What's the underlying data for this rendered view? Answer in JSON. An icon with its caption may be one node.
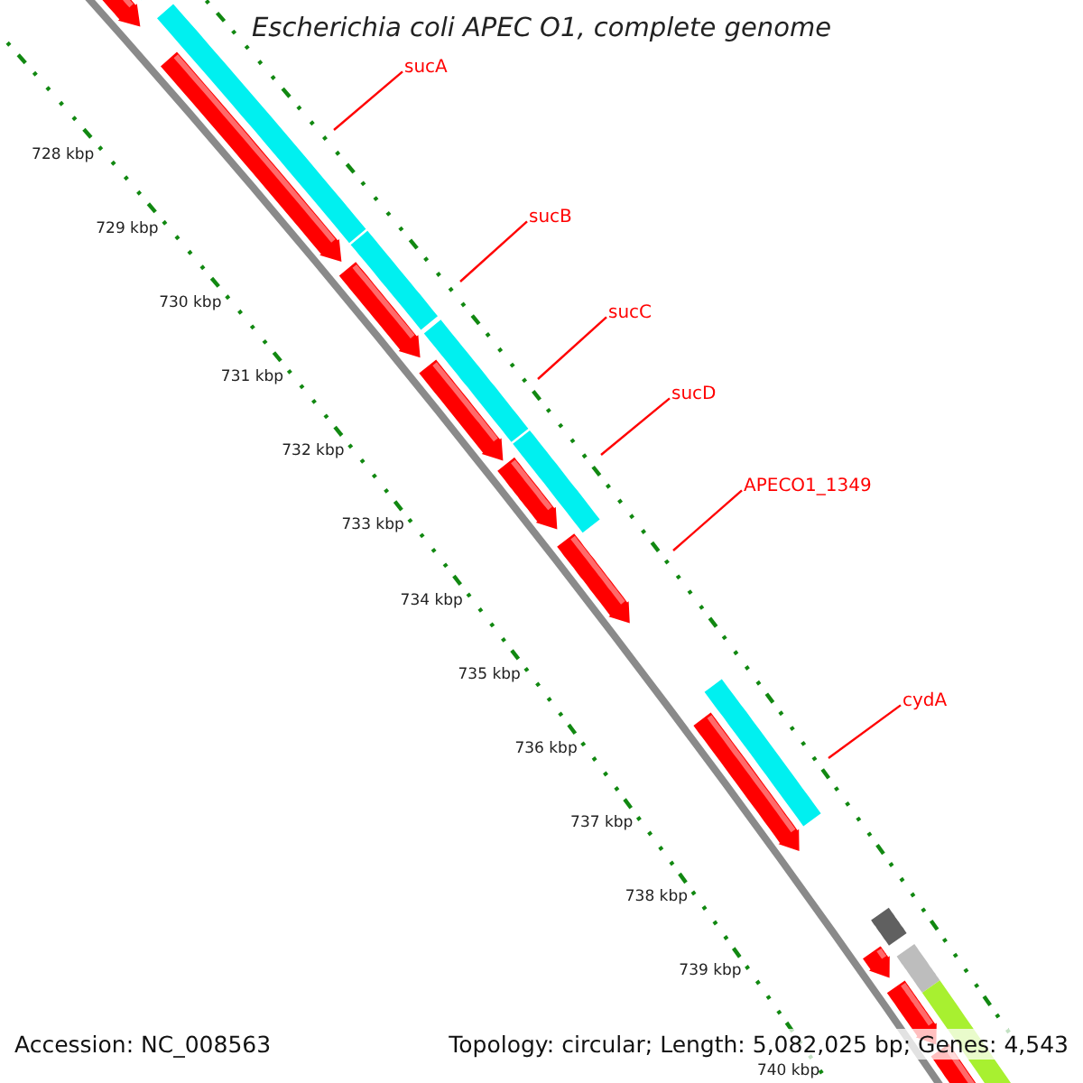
{
  "diagram": {
    "title": "Escherichia coli APEC O1, complete genome",
    "nodes": [
      {
        "text": [
          "sucA"
        ]
      },
      {
        "text": [
          "sucB"
        ]
      },
      {
        "text": [
          "sucC"
        ]
      },
      {
        "text": [
          "sucD"
        ]
      },
      {
        "text": [
          "APECO1_1349"
        ]
      },
      {
        "text": [
          "cydA"
        ]
      }
    ],
    "edges": [
      {
        "from": 0,
        "to": null,
        "arrow": "none"
      },
      {
        "from": 1,
        "to": null,
        "arrow": "none"
      },
      {
        "from": 2,
        "to": null,
        "arrow": "none"
      },
      {
        "from": 3,
        "to": null,
        "arrow": "none"
      },
      {
        "from": 4,
        "to": null,
        "arrow": "none"
      },
      {
        "from": 5,
        "to": null,
        "arrow": "none"
      }
    ],
    "labels": [
      "728 kbp",
      "729 kbp",
      "730 kbp",
      "731 kbp",
      "732 kbp",
      "733 kbp",
      "734 kbp",
      "735 kbp",
      "736 kbp",
      "737 kbp",
      "738 kbp",
      "739 kbp",
      "740 kbp",
      "Accession: NC_008563",
      "Topology: circular; Length: 5,082,025 bp; Genes: 4,543"
    ]
  }
}
